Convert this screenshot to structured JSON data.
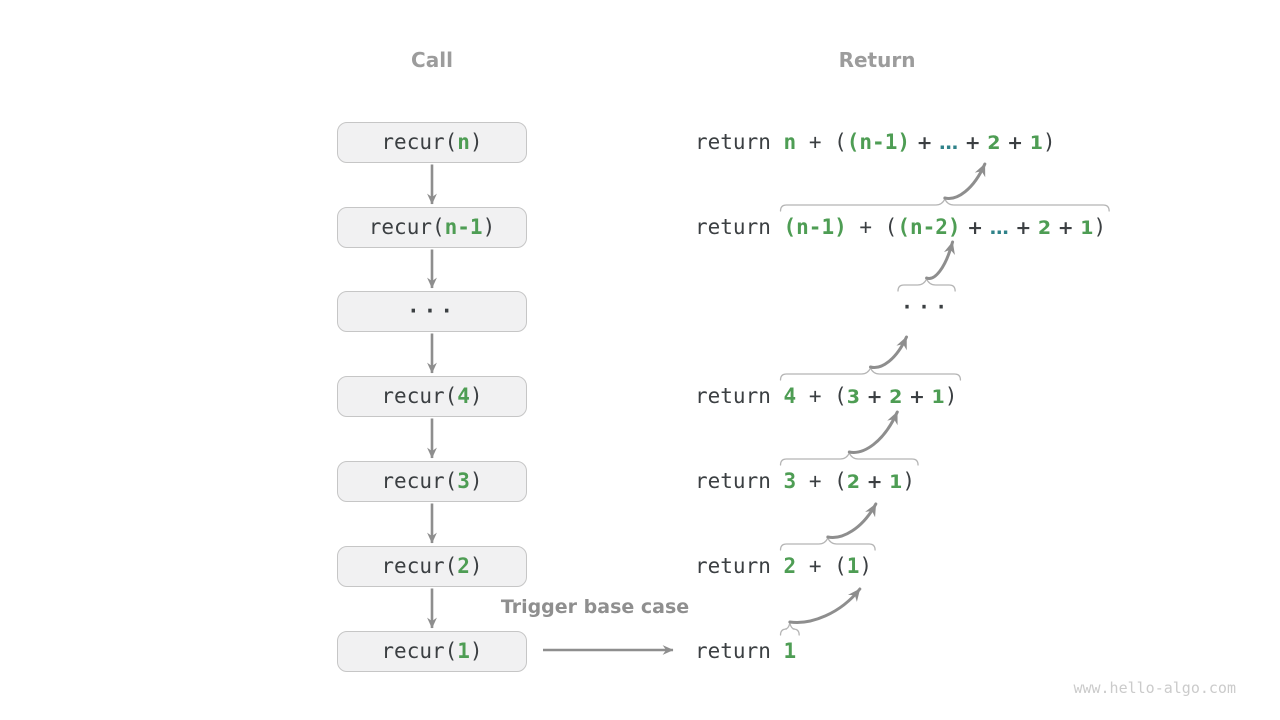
{
  "headings": {
    "call": "Call",
    "return": "Return"
  },
  "trigger_label": "Trigger base case",
  "watermark": "www.hello-algo.com",
  "colors": {
    "green": "#4e9d54",
    "teal": "#2f8289",
    "code_text": "#3b3f42",
    "arrow": "#8e8e8e",
    "brace": "#b5b5b5",
    "box_fill": "#f1f1f2",
    "box_border": "#c6c6c6",
    "heading": "#9c9c9c",
    "label": "#8f8f8f",
    "watermark": "#cbcbcb"
  },
  "call_stack": [
    {
      "segments": [
        {
          "t": "recur(",
          "s": "code"
        },
        {
          "t": "n",
          "s": "green"
        },
        {
          "t": ")",
          "s": "code"
        }
      ]
    },
    {
      "segments": [
        {
          "t": "recur(",
          "s": "code"
        },
        {
          "t": "n-1",
          "s": "green"
        },
        {
          "t": ")",
          "s": "code"
        }
      ]
    },
    {
      "segments": [
        {
          "t": "···",
          "s": "boxdots"
        }
      ]
    },
    {
      "segments": [
        {
          "t": "recur(",
          "s": "code"
        },
        {
          "t": "4",
          "s": "green"
        },
        {
          "t": ")",
          "s": "code"
        }
      ]
    },
    {
      "segments": [
        {
          "t": "recur(",
          "s": "code"
        },
        {
          "t": "3",
          "s": "green"
        },
        {
          "t": ")",
          "s": "code"
        }
      ]
    },
    {
      "segments": [
        {
          "t": "recur(",
          "s": "code"
        },
        {
          "t": "2",
          "s": "green"
        },
        {
          "t": ")",
          "s": "code"
        }
      ]
    },
    {
      "segments": [
        {
          "t": "recur(",
          "s": "code"
        },
        {
          "t": "1",
          "s": "green"
        },
        {
          "t": ")",
          "s": "code"
        }
      ]
    }
  ],
  "returns": [
    {
      "segments": [
        {
          "t": "return ",
          "s": "code"
        },
        {
          "t": "n",
          "s": "green"
        },
        {
          "t": " + ",
          "s": "code"
        },
        {
          "t": "(",
          "s": "code"
        },
        {
          "t": "(n-1)",
          "s": "green"
        },
        {
          "t": " + ",
          "s": "tail"
        },
        {
          "t": "…",
          "s": "dots"
        },
        {
          "t": " + ",
          "s": "tail"
        },
        {
          "t": "2",
          "s": "tailgreen"
        },
        {
          "t": " + ",
          "s": "tail"
        },
        {
          "t": "1",
          "s": "tailgreen"
        },
        {
          "t": ")",
          "s": "code"
        }
      ]
    },
    {
      "segments": [
        {
          "t": "return ",
          "s": "code"
        },
        {
          "t": "(n-1)",
          "s": "green"
        },
        {
          "t": " + ",
          "s": "code"
        },
        {
          "t": "(",
          "s": "code"
        },
        {
          "t": "(n-2)",
          "s": "green"
        },
        {
          "t": " + ",
          "s": "tail"
        },
        {
          "t": "…",
          "s": "dots"
        },
        {
          "t": " + ",
          "s": "tail"
        },
        {
          "t": "2",
          "s": "tailgreen"
        },
        {
          "t": " + ",
          "s": "tail"
        },
        {
          "t": "1",
          "s": "tailgreen"
        },
        {
          "t": ")",
          "s": "code"
        }
      ]
    },
    {
      "segments": [
        {
          "t": "···",
          "s": "dotsrow"
        }
      ]
    },
    {
      "segments": [
        {
          "t": "return ",
          "s": "code"
        },
        {
          "t": "4",
          "s": "green"
        },
        {
          "t": " + ",
          "s": "code"
        },
        {
          "t": "(",
          "s": "code"
        },
        {
          "t": "3",
          "s": "tailgreen"
        },
        {
          "t": " + ",
          "s": "tail"
        },
        {
          "t": "2",
          "s": "tailgreen"
        },
        {
          "t": " + ",
          "s": "tail"
        },
        {
          "t": "1",
          "s": "tailgreen"
        },
        {
          "t": ")",
          "s": "code"
        }
      ]
    },
    {
      "segments": [
        {
          "t": "return ",
          "s": "code"
        },
        {
          "t": "3",
          "s": "green"
        },
        {
          "t": " + ",
          "s": "code"
        },
        {
          "t": "(",
          "s": "code"
        },
        {
          "t": "2",
          "s": "tailgreen"
        },
        {
          "t": " + ",
          "s": "tail"
        },
        {
          "t": "1",
          "s": "tailgreen"
        },
        {
          "t": ")",
          "s": "code"
        }
      ]
    },
    {
      "segments": [
        {
          "t": "return ",
          "s": "code"
        },
        {
          "t": "2",
          "s": "green"
        },
        {
          "t": " + ",
          "s": "code"
        },
        {
          "t": "(",
          "s": "code"
        },
        {
          "t": "1",
          "s": "green"
        },
        {
          "t": ")",
          "s": "code"
        }
      ]
    },
    {
      "segments": [
        {
          "t": "return ",
          "s": "code"
        },
        {
          "t": "1",
          "s": "green"
        }
      ]
    }
  ]
}
